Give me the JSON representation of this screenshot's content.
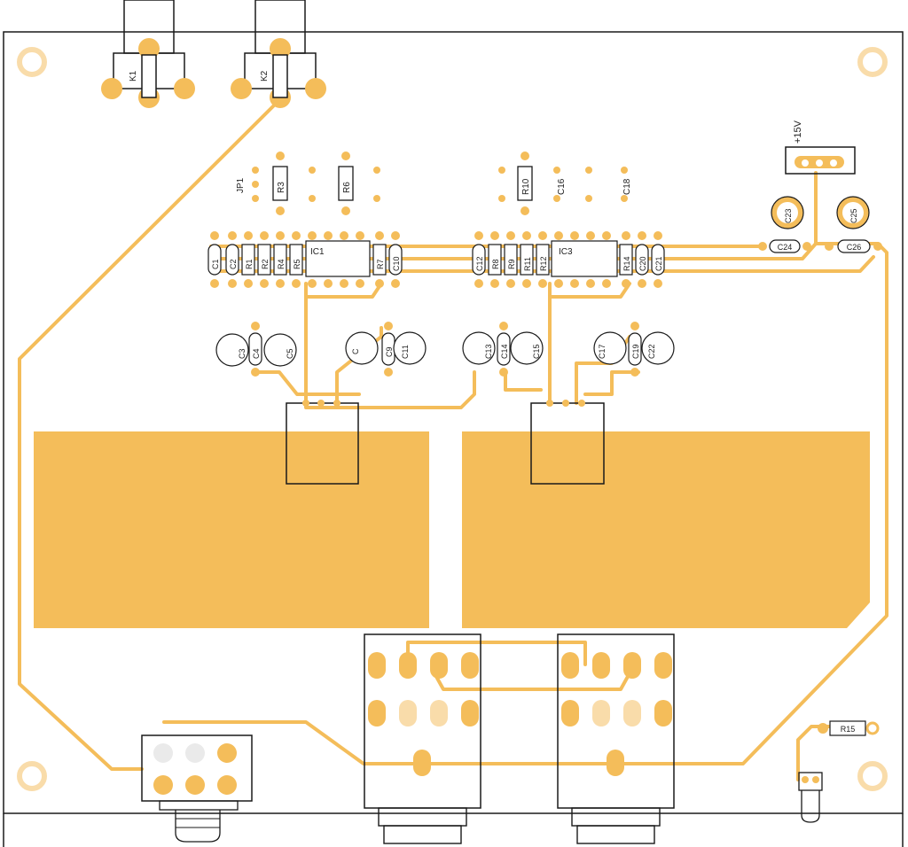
{
  "colors": {
    "copper": "#f4bd5a",
    "copper_light": "#f9dcaa",
    "outline": "#1a1a1a",
    "board": "#ffffff"
  },
  "board_text": [
    "",
    "",
    ""
  ],
  "labels": {
    "k1": "K1",
    "k2": "K2",
    "jp1": "JP1",
    "r3": "R3",
    "r6": "R6",
    "r10": "R10",
    "c16": "C16",
    "c18": "C18",
    "v15": "+15V",
    "c23": "C23",
    "c25": "C25",
    "c24": "C24",
    "c26": "C26",
    "row_left": [
      "C1",
      "C2",
      "R1",
      "R2",
      "R4",
      "R5"
    ],
    "ic1": "IC1",
    "r7": "R7",
    "c10": "C10",
    "row_right": [
      "C12",
      "R8",
      "R9",
      "R11",
      "R12"
    ],
    "ic3": "IC3",
    "r14": "R14",
    "c20": "C20",
    "c21": "C21",
    "c3": "C3",
    "c4": "C4",
    "c5": "C5",
    "c7": "C",
    "c9": "C9",
    "c11": "C11",
    "c13": "C13",
    "c14": "C14",
    "c15": "C15",
    "c17": "C17",
    "c19": "C19",
    "c22": "C22",
    "r15": "R15"
  }
}
